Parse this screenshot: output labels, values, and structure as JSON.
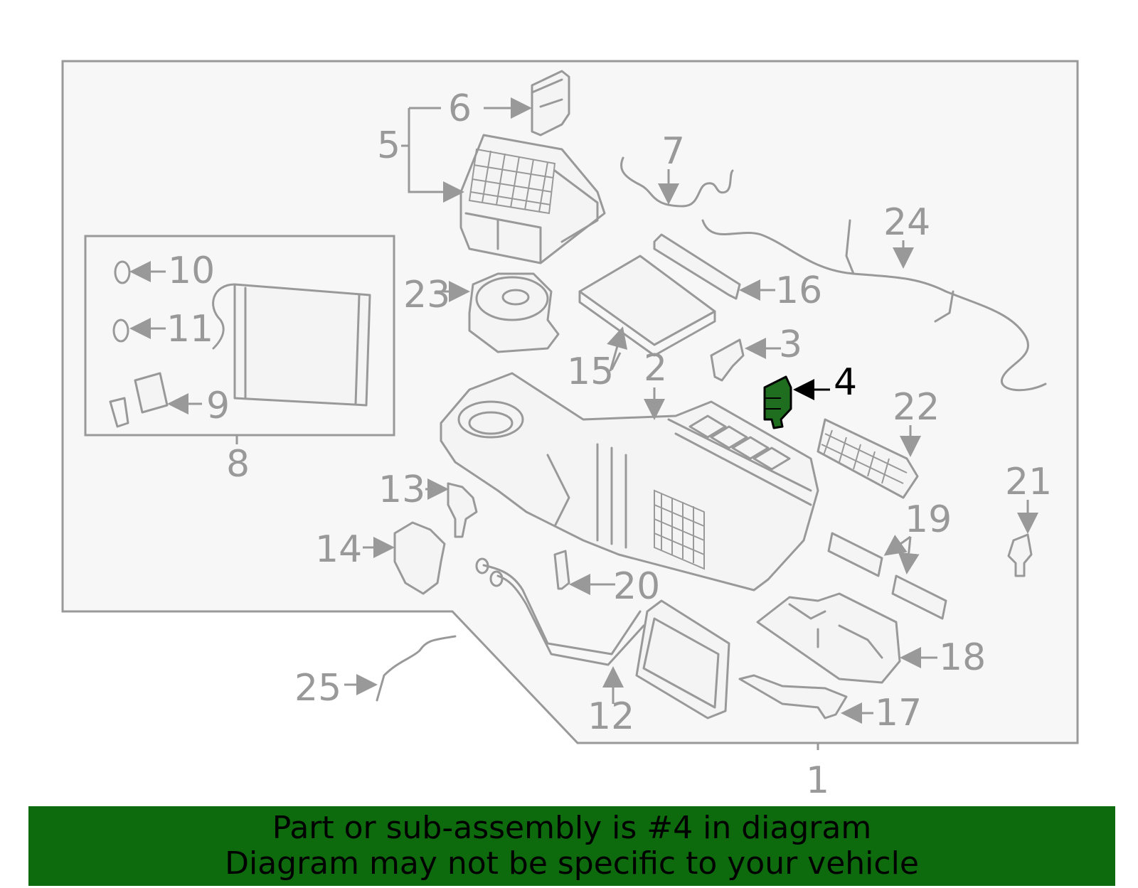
{
  "diagram": {
    "highlight_color": "#1f6e1f",
    "line_color": "#999999",
    "callouts": {
      "c1": "1",
      "c2": "2",
      "c3": "3",
      "c4": "4",
      "c5": "5",
      "c6": "6",
      "c7": "7",
      "c8": "8",
      "c9": "9",
      "c10": "10",
      "c11": "11",
      "c12": "12",
      "c13": "13",
      "c14": "14",
      "c15": "15",
      "c16": "16",
      "c17": "17",
      "c18": "18",
      "c19": "19",
      "c20": "20",
      "c21": "21",
      "c22": "22",
      "c23": "23",
      "c24": "24",
      "c25": "25"
    },
    "highlighted_part": "4"
  },
  "banner": {
    "background": "#0d6a0d",
    "line1": "Part or sub-assembly is #4 in diagram",
    "line2": "Diagram may not be specific to your vehicle"
  }
}
